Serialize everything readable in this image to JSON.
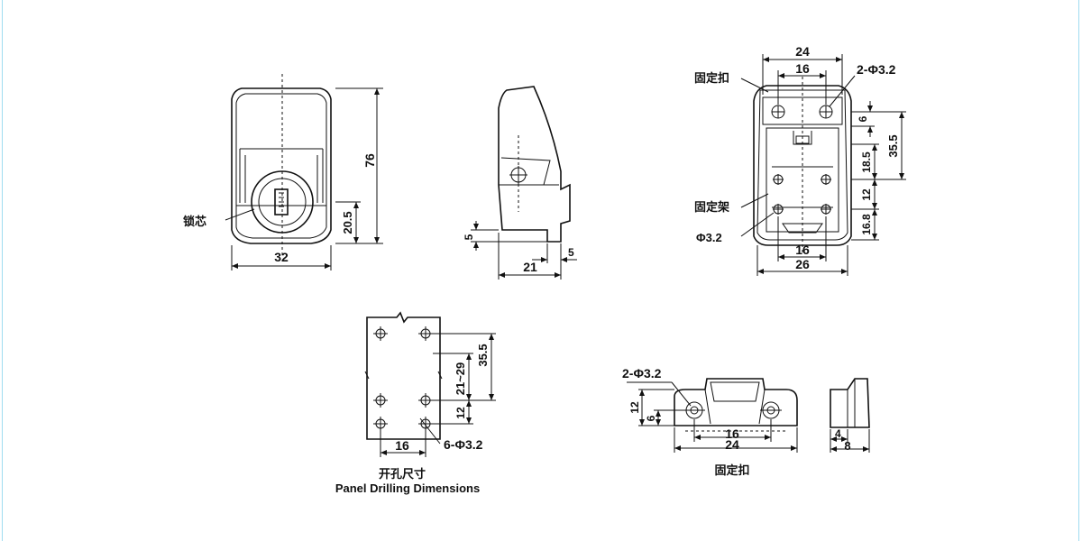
{
  "front_view": {
    "width": "32",
    "height": "76",
    "key_height": "20.5",
    "lock_core_label": "锁芯"
  },
  "side_view": {
    "depth": "21",
    "lip": "5",
    "step": "5"
  },
  "back_view": {
    "top_width": "24",
    "hole_spacing_top": "16",
    "holes_top": "2-Φ3.2",
    "clip_label_top": "固定扣",
    "dim_6": "6",
    "dim_35_5": "35.5",
    "dim_18_5": "18.5",
    "dim_12": "12",
    "dim_16_8": "16.8",
    "frame_label": "固定架",
    "hole_bottom": "Φ3.2",
    "hole_spacing_bottom": "16",
    "bottom_width": "26"
  },
  "drilling": {
    "dim_35_5": "35.5",
    "dim_21_29": "21~29",
    "dim_12": "12",
    "dim_16": "16",
    "holes": "6-Φ3.2",
    "title_cn": "开孔尺寸",
    "title_en": "Panel Drilling Dimensions"
  },
  "clip_detail": {
    "holes": "2-Φ3.2",
    "dim_12": "12",
    "dim_6": "6",
    "dim_16": "16",
    "dim_24": "24",
    "side_4": "4",
    "side_8": "8",
    "caption": "固定扣"
  }
}
